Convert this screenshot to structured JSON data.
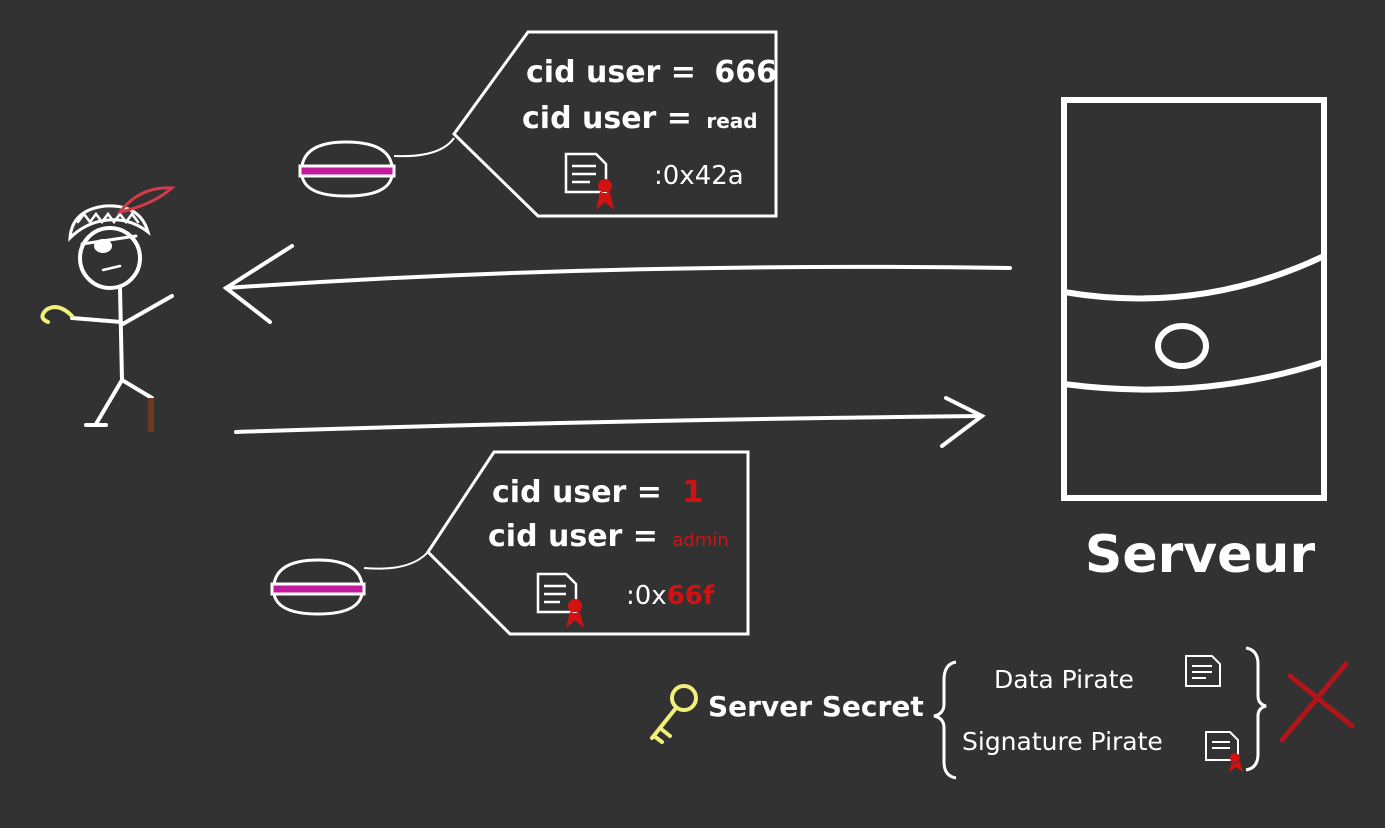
{
  "colors": {
    "background": "#323232",
    "ink": "#ffffff",
    "tampered": "#d11212",
    "cookie_filling": "#c21a9c",
    "key": "#f2ef7a",
    "feather": "#d43a4a"
  },
  "cookie_response": {
    "line1_label": "cid user =",
    "line1_value": "666",
    "line2_label": "cid user =",
    "line2_value": "read",
    "signature_label": ":0x",
    "signature_value": "42a"
  },
  "cookie_request": {
    "line1_label": "cid user =",
    "line1_value": "1",
    "line2_label": "cid user =",
    "line2_value": "admin",
    "signature_label": ":0x",
    "signature_value": "66f"
  },
  "server": {
    "label": "Serveur"
  },
  "verification": {
    "secret_label": "Server Secret",
    "data_label": "Data Pirate",
    "signature_label": "Signature Pirate"
  },
  "icons": {
    "cookie": "macaron-cookie-icon",
    "document": "document-icon",
    "seal": "wax-seal-icon",
    "key": "key-icon",
    "reject": "red-cross-icon"
  }
}
